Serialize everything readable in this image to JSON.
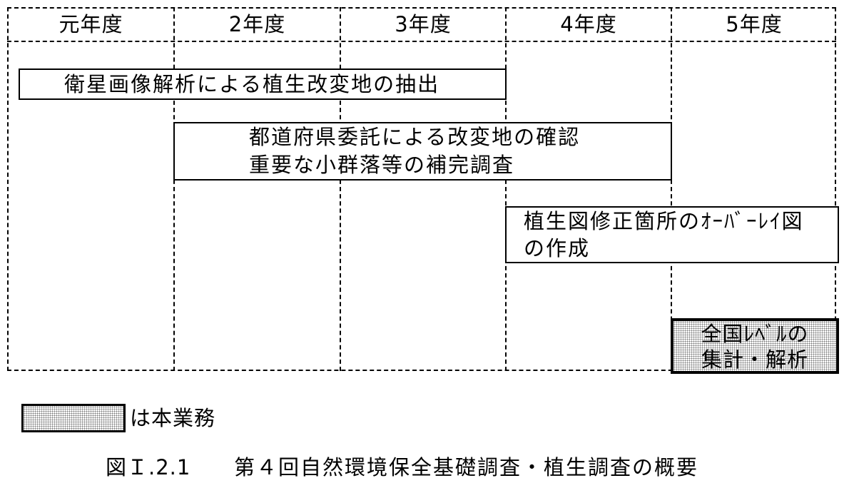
{
  "years": [
    "元年度",
    "2年度",
    "3年度",
    "4年度",
    "5年度"
  ],
  "tasks": {
    "satellite": {
      "lines": [
        "衛星画像解析による植生改変地の抽出"
      ]
    },
    "prefecture": {
      "lines": [
        "都道府県委託による改変地の確認",
        "重要な小群落等の補完調査"
      ]
    },
    "overlay": {
      "lines": [
        "植生図修正箇所のｵｰﾊﾞｰﾚｲ図",
        "の作成"
      ]
    },
    "national": {
      "lines": [
        "全国ﾚﾍﾞﾙの",
        "集計・解析"
      ]
    }
  },
  "legend": {
    "text": "は本業務"
  },
  "caption": {
    "number": "図Ｉ.2.1",
    "title": "第４回自然環境保全基礎調査・植生調査の概要"
  }
}
